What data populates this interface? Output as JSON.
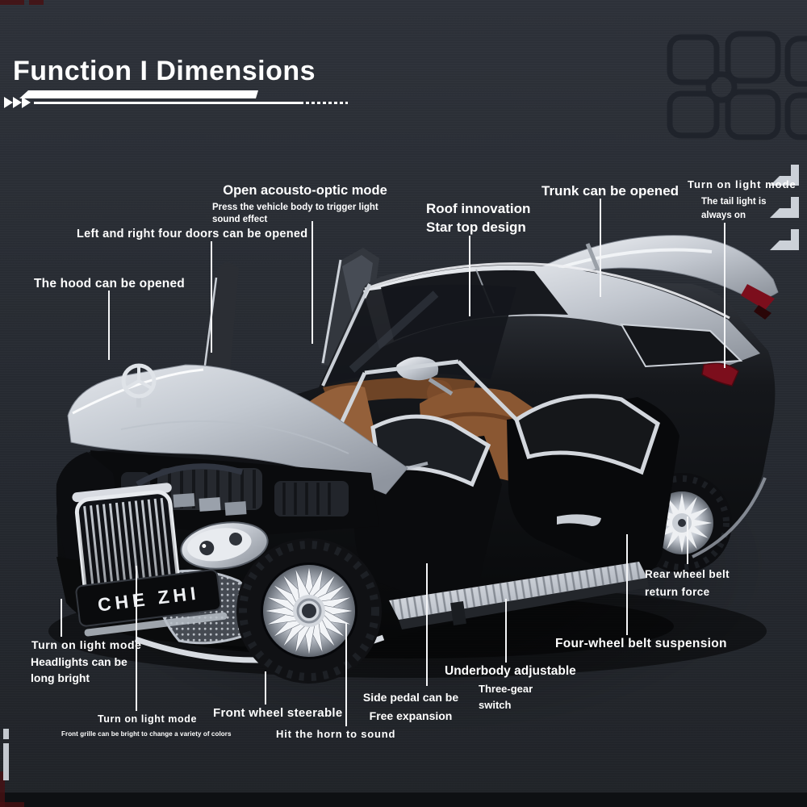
{
  "title": "Function I Dimensions",
  "car": {
    "license_plate": "CHE ZHI",
    "hood_ornament_icon": "mercedes-star-icon"
  },
  "decor": {
    "left_arrows_icon": "triple-play-arrows-icon",
    "right_arrows_icon": "corner-arrow-icon",
    "chip_icon": "circuit-chip-icon"
  },
  "colors": {
    "background": "#2a2e35",
    "label_text": "#ffffff",
    "callout_line": "#f4f5f7",
    "arrow_gray": "#ccd1d8",
    "tail_light_red": "#7c0e1c",
    "interior_brown": "#8a5732",
    "car_silver": "#c2c7cf",
    "car_black": "#0a0b0d"
  },
  "callouts": {
    "acousto": {
      "title": "Open acousto-optic mode",
      "subtitle": "Press the vehicle body to trigger light sound effect"
    },
    "doors": {
      "title": "Left and right four doors can be opened"
    },
    "hood": {
      "title": "The hood can be opened"
    },
    "roof": {
      "line1": "Roof innovation",
      "line2": "Star top design"
    },
    "trunk": {
      "title": "Trunk can be opened"
    },
    "taillight": {
      "title": "Turn on light mode",
      "subtitle": "The tail light is always on"
    },
    "rear_wheel": {
      "title": "Rear wheel belt return force"
    },
    "four_wheel": {
      "title": "Four-wheel belt suspension"
    },
    "underbody": {
      "title": "Underbody adjustable",
      "subtitle": "Three-gear switch"
    },
    "side_pedal": {
      "line1": "Side pedal can be",
      "line2": "Free expansion"
    },
    "front_wheel": {
      "title": "Front wheel steerable"
    },
    "horn": {
      "title": "Hit the horn to sound"
    },
    "headlights": {
      "title": "Turn on light mode",
      "subtitle": "Headlights can be long bright"
    },
    "grille": {
      "title": "Turn on light mode",
      "subtitle": "Front grille can be bright to change a variety of colors"
    }
  }
}
